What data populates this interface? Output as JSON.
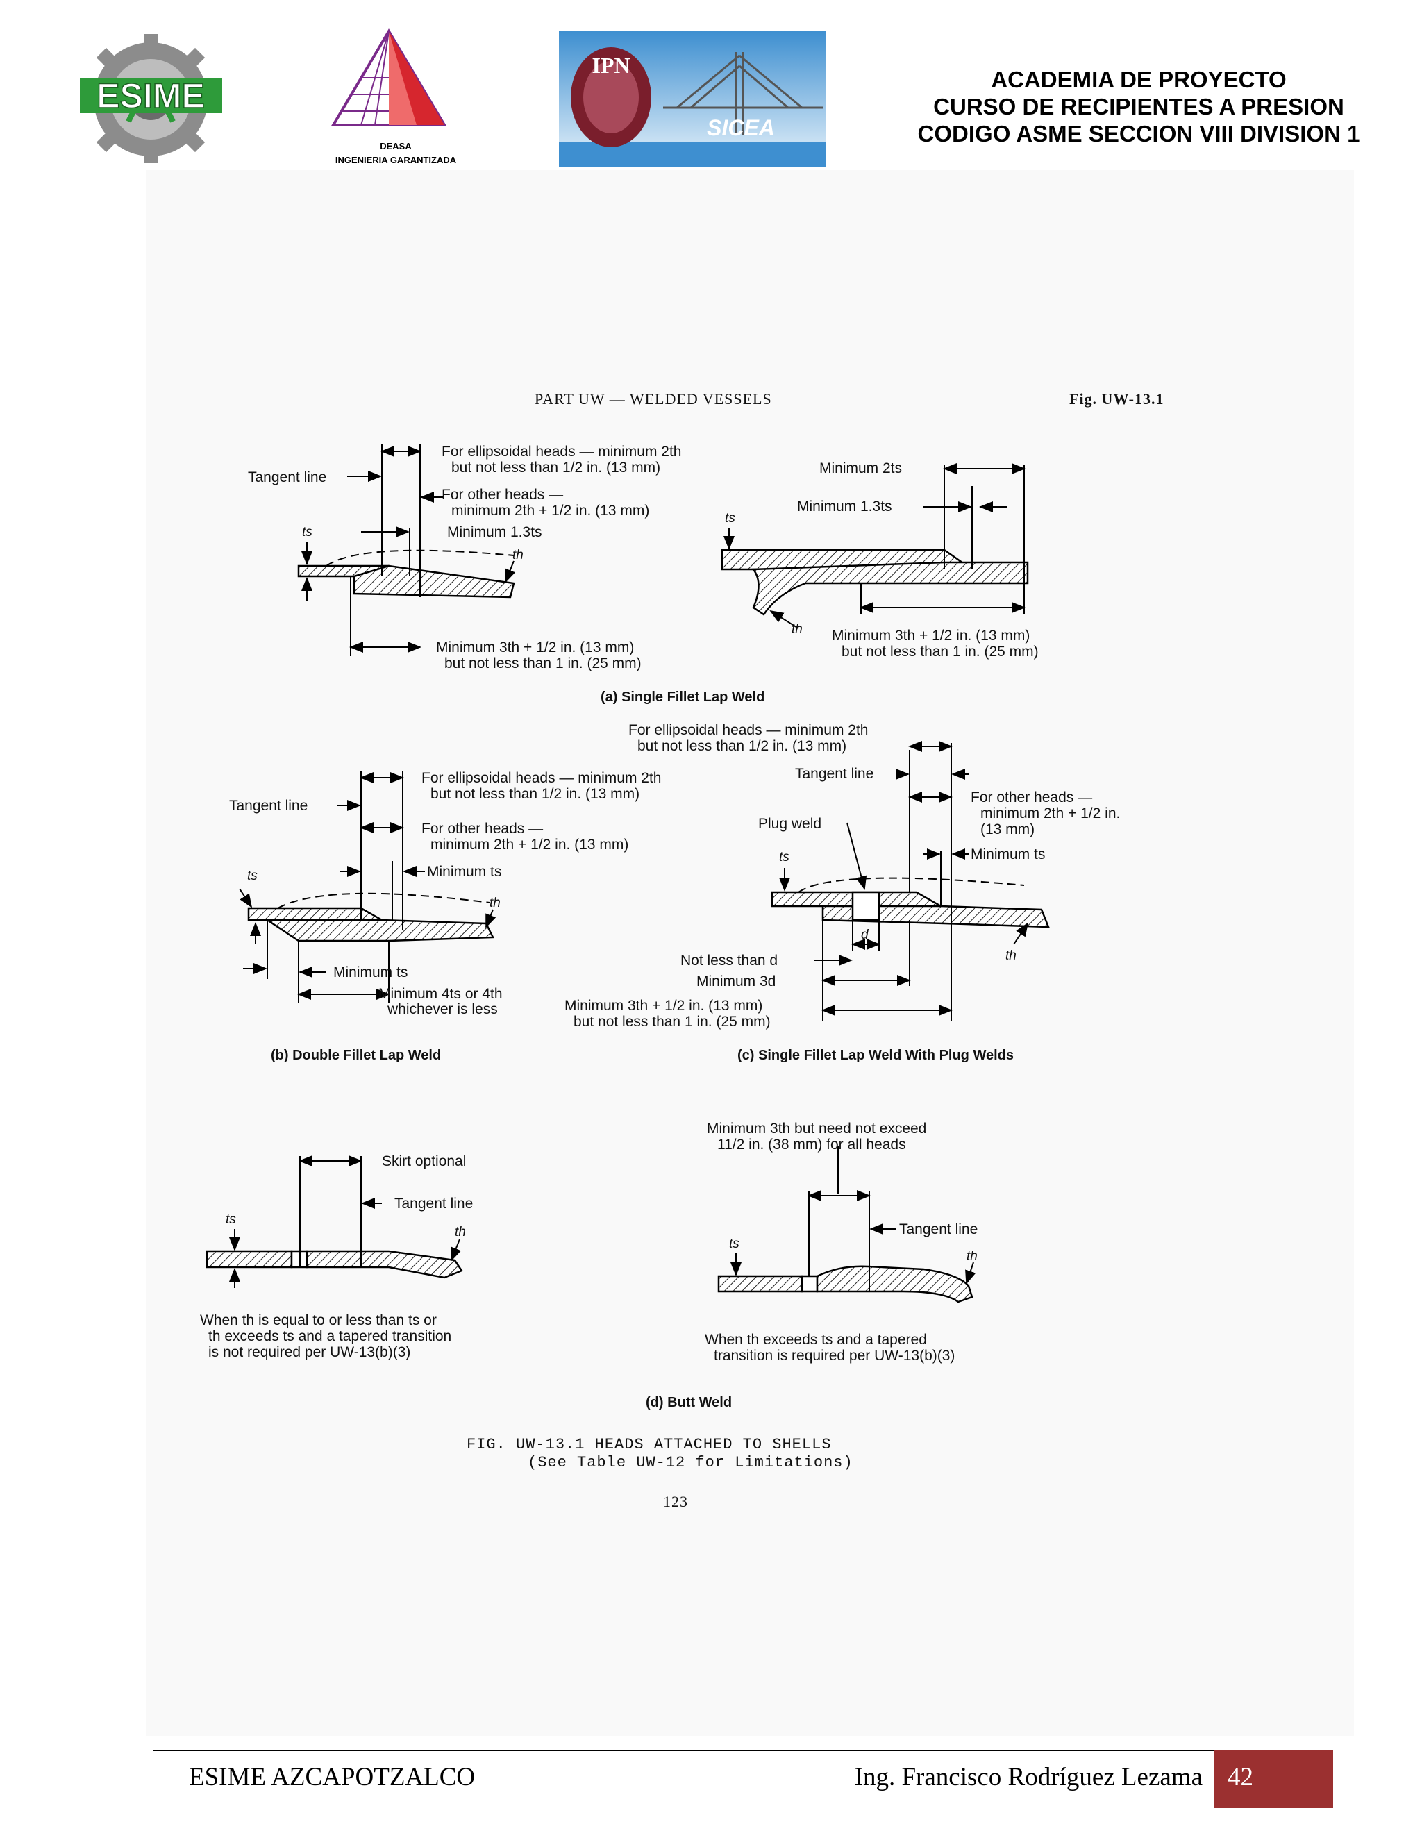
{
  "header": {
    "deasa_logo_caption_line1": "DEASA",
    "deasa_logo_caption_line2": "INGENIERIA GARANTIZADA",
    "esime_logo_text": "ESIME",
    "ipn_logo_text": "IPN",
    "sicea_logo_text": "SICEA",
    "academia_line1": "ACADEMIA DE PROYECTO",
    "academia_line2": "CURSO DE RECIPIENTES A PRESION",
    "academia_line3": "CODIGO ASME SECCION VIII DIVISION 1"
  },
  "figure": {
    "part_header": "PART UW — WELDED VESSELS",
    "fig_ref": "Fig. UW-13.1",
    "a": {
      "ellipsoidal_1": "For ellipsoidal heads — minimum 2th",
      "ellipsoidal_2": "but not less than 1/2 in. (13 mm)",
      "tangent": "Tangent line",
      "other_1": "For other heads —",
      "other_2": "minimum 2th + 1/2 in. (13 mm)",
      "min13": "Minimum 1.3ts",
      "ts": "ts",
      "th": "th",
      "min3_1": "Minimum 3th + 1/2 in. (13 mm)",
      "min3_2": "but not less than 1 in. (25 mm)",
      "right_min2": "Minimum 2ts",
      "right_min13": "Minimum 1.3ts",
      "right_min3_1": "Minimum 3th + 1/2 in. (13 mm)",
      "right_min3_2": "but not less than 1 in. (25 mm)",
      "caption": "(a) Single Fillet Lap Weld"
    },
    "b": {
      "ellipsoidal_1": "For ellipsoidal heads — minimum 2th",
      "ellipsoidal_2": "but not less than 1/2 in. (13 mm)",
      "tangent": "Tangent line",
      "other_1": "For other heads —",
      "other_2": "minimum 2th + 1/2 in. (13 mm)",
      "min_ts": "Minimum ts",
      "ts": "ts",
      "th": "th",
      "min_ts_lower": "Minimum ts",
      "min4_1": "Minimum 4ts or 4th",
      "min4_2": "whichever is less",
      "caption": "(b) Double Fillet Lap Weld"
    },
    "c": {
      "ellipsoidal_1": "For ellipsoidal heads — minimum 2th",
      "ellipsoidal_2": "but not less than 1/2 in. (13 mm)",
      "tangent": "Tangent line",
      "other_1": "For other heads —",
      "other_2": "minimum 2th + 1/2 in.",
      "other_3": "(13 mm)",
      "plug": "Plug weld",
      "min_ts": "Minimum ts",
      "ts": "ts",
      "th": "th",
      "d": "d",
      "not_less_d": "Not less than d",
      "min3d": "Minimum 3d",
      "min3_1": "Minimum 3th + 1/2 in. (13 mm)",
      "min3_2": "but not less than 1 in. (25 mm)",
      "caption": "(c) Single Fillet Lap Weld With Plug Welds"
    },
    "d": {
      "skirt": "Skirt optional",
      "tangent_left": "Tangent line",
      "ts": "ts",
      "th": "th",
      "note_left_1": "When th is equal to or less than ts or",
      "note_left_2": "th exceeds ts and a tapered transition",
      "note_left_3": "is not required per UW-13(b)(3)",
      "min3_1": "Minimum 3th but need not exceed",
      "min3_2": "11/2 in. (38 mm) for all heads",
      "tangent_right": "Tangent line",
      "note_right_1": "When th exceeds ts and a tapered",
      "note_right_2": "transition is required per UW-13(b)(3)",
      "caption": "(d) Butt Weld"
    },
    "title_1": "FIG. UW-13.1   HEADS ATTACHED TO SHELLS",
    "title_2": "(See Table UW-12 for Limitations)",
    "page_number": "123"
  },
  "footer": {
    "left": "ESIME AZCAPOTZALCO",
    "author": "Ing. Francisco Rodríguez Lezama",
    "page": "42"
  },
  "colors": {
    "esime_green": "#2e9b3a",
    "deasa_red": "#d6262e",
    "deasa_purple": "#7a2a8a",
    "ipn_maroon": "#7a1e2c",
    "sicea_blue": "#3e8fd0",
    "footer_box": "#9b3030"
  }
}
